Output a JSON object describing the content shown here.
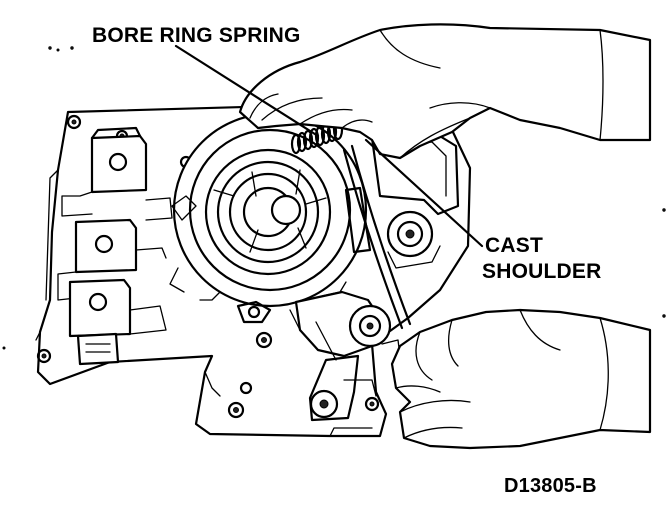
{
  "labels": {
    "bore_ring_spring": "BORE RING SPRING",
    "cast_shoulder_line1": "CAST",
    "cast_shoulder_line2": "SHOULDER",
    "figure_code": "D13805-B"
  }
}
